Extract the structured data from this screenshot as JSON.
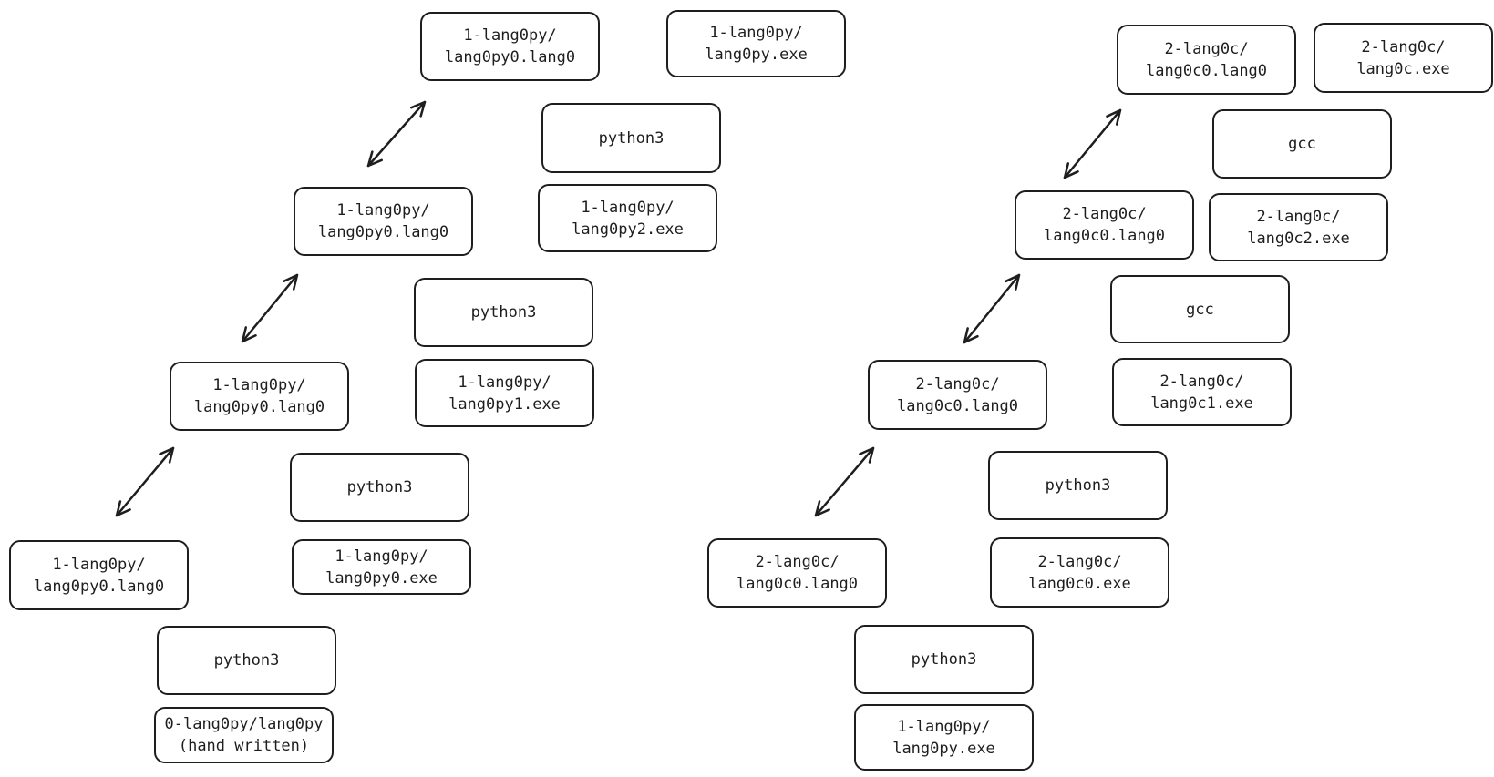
{
  "nodes": [
    {
      "id": "L-src-top",
      "lines": [
        "1-lang0py/",
        "lang0py0.lang0"
      ]
    },
    {
      "id": "L-exe-top",
      "lines": [
        "1-lang0py/",
        "lang0py.exe"
      ]
    },
    {
      "id": "L-py-1",
      "lines": [
        "python3"
      ]
    },
    {
      "id": "L-exe-2",
      "lines": [
        "1-lang0py/",
        "lang0py2.exe"
      ]
    },
    {
      "id": "L-src-2",
      "lines": [
        "1-lang0py/",
        "lang0py0.lang0"
      ]
    },
    {
      "id": "L-py-2",
      "lines": [
        "python3"
      ]
    },
    {
      "id": "L-exe-1",
      "lines": [
        "1-lang0py/",
        "lang0py1.exe"
      ]
    },
    {
      "id": "L-src-3",
      "lines": [
        "1-lang0py/",
        "lang0py0.lang0"
      ]
    },
    {
      "id": "L-py-3",
      "lines": [
        "python3"
      ]
    },
    {
      "id": "L-exe-0",
      "lines": [
        "1-lang0py/",
        "lang0py0.exe"
      ]
    },
    {
      "id": "L-src-4",
      "lines": [
        "1-lang0py/",
        "lang0py0.lang0"
      ]
    },
    {
      "id": "L-py-4",
      "lines": [
        "python3"
      ]
    },
    {
      "id": "L-hand",
      "lines": [
        "0-lang0py/lang0py",
        "(hand written)"
      ]
    },
    {
      "id": "R-src-top",
      "lines": [
        "2-lang0c/",
        "lang0c0.lang0"
      ]
    },
    {
      "id": "R-exe-top",
      "lines": [
        "2-lang0c/",
        "lang0c.exe"
      ]
    },
    {
      "id": "R-gcc-1",
      "lines": [
        "gcc"
      ]
    },
    {
      "id": "R-exe-2",
      "lines": [
        "2-lang0c/",
        "lang0c2.exe"
      ]
    },
    {
      "id": "R-src-2",
      "lines": [
        "2-lang0c/",
        "lang0c0.lang0"
      ]
    },
    {
      "id": "R-gcc-2",
      "lines": [
        "gcc"
      ]
    },
    {
      "id": "R-exe-1",
      "lines": [
        "2-lang0c/",
        "lang0c1.exe"
      ]
    },
    {
      "id": "R-src-3",
      "lines": [
        "2-lang0c/",
        "lang0c0.lang0"
      ]
    },
    {
      "id": "R-py-1",
      "lines": [
        "python3"
      ]
    },
    {
      "id": "R-exe-0",
      "lines": [
        "2-lang0c/",
        "lang0c0.exe"
      ]
    },
    {
      "id": "R-src-4",
      "lines": [
        "2-lang0c/",
        "lang0c0.lang0"
      ]
    },
    {
      "id": "R-py-2",
      "lines": [
        "python3"
      ]
    },
    {
      "id": "R-base",
      "lines": [
        "1-lang0py/",
        "lang0py.exe"
      ]
    }
  ],
  "edges": [
    {
      "from": "L-src-top",
      "to": "L-src-2",
      "type": "bidirectional-arrow"
    },
    {
      "from": "L-src-2",
      "to": "L-src-3",
      "type": "bidirectional-arrow"
    },
    {
      "from": "L-src-3",
      "to": "L-src-4",
      "type": "bidirectional-arrow"
    },
    {
      "from": "R-src-top",
      "to": "R-src-2",
      "type": "bidirectional-arrow"
    },
    {
      "from": "R-src-2",
      "to": "R-src-3",
      "type": "bidirectional-arrow"
    },
    {
      "from": "R-src-3",
      "to": "R-src-4",
      "type": "bidirectional-arrow"
    }
  ],
  "colors": {
    "stroke": "#1e1e1e",
    "background": "#ffffff"
  }
}
